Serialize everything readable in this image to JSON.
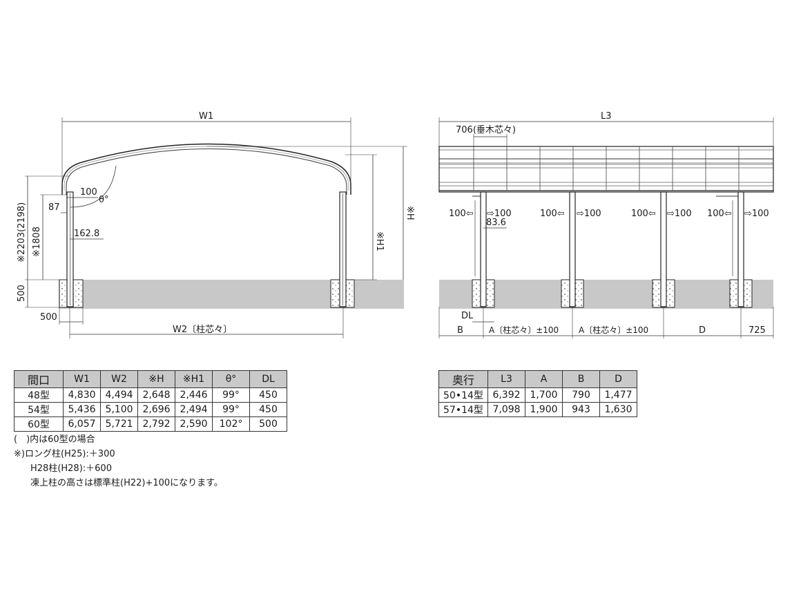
{
  "front": {
    "W1": "W1",
    "W2": "W2〔柱芯々〕",
    "H": "※H",
    "H1": "※H1",
    "h2203": "※2203(2198)",
    "h1808": "※1808",
    "d100": "100",
    "theta": "θ°",
    "d87": "87",
    "d162": "162.8",
    "d500v": "500",
    "d500h": "500"
  },
  "side": {
    "L3": "L3",
    "d706": "706(垂木芯々)",
    "arrow_l": "100⇦",
    "arrow_r": "⇨100",
    "d83": "83.6",
    "DL": "DL",
    "B": "B",
    "A1": "A〔柱芯々〕±100",
    "A2": "A〔柱芯々〕±100",
    "D": "D",
    "d725": "725"
  },
  "table1": {
    "headers": [
      "間口",
      "W1",
      "W2",
      "※H",
      "※H1",
      "θ°",
      "DL"
    ],
    "rows": [
      [
        "48型",
        "4,830",
        "4,494",
        "2,648",
        "2,446",
        "99°",
        "450"
      ],
      [
        "54型",
        "5,436",
        "5,100",
        "2,696",
        "2,494",
        "99°",
        "450"
      ],
      [
        "60型",
        "6,057",
        "5,721",
        "2,792",
        "2,590",
        "102°",
        "500"
      ]
    ]
  },
  "table2": {
    "headers": [
      "奥行",
      "L3",
      "A",
      "B",
      "D"
    ],
    "rows": [
      [
        "50•14型",
        "6,392",
        "1,700",
        "790",
        "1,477"
      ],
      [
        "57•14型",
        "7,098",
        "1,900",
        "943",
        "1,630"
      ]
    ]
  },
  "notes": {
    "n1": "(　)内は60型の場合",
    "n2": "※)ロング柱(H25):＋300",
    "n3": "H28柱(H28):＋600",
    "n4": "凍上柱の高さは標準柱(H22)+100になります。"
  }
}
